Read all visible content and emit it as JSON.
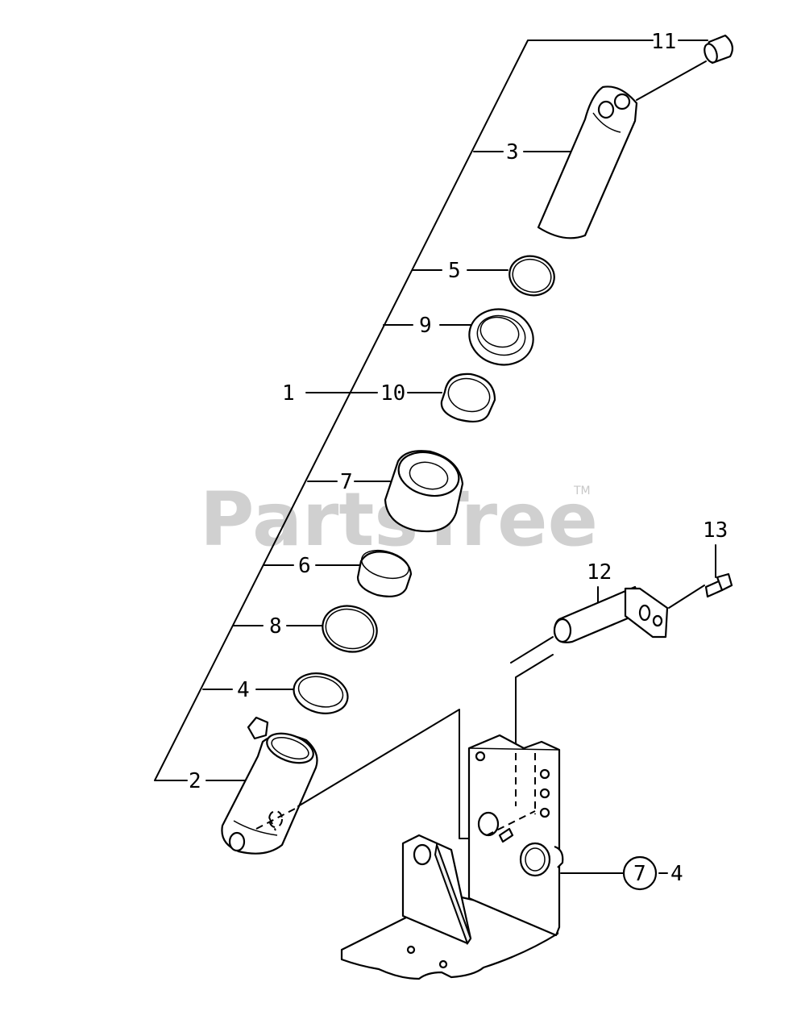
{
  "watermark": {
    "text": "PartsTree",
    "trademark": "TM"
  },
  "callouts": {
    "c11": "11",
    "c3": "3",
    "c5": "5",
    "c9": "9",
    "c1": "1",
    "c10": "10",
    "c7": "7",
    "c6": "6",
    "c8": "8",
    "c4": "4",
    "c2": "2",
    "c12": "12",
    "c13": "13",
    "ref_circle": "7",
    "ref_sub": "4"
  }
}
